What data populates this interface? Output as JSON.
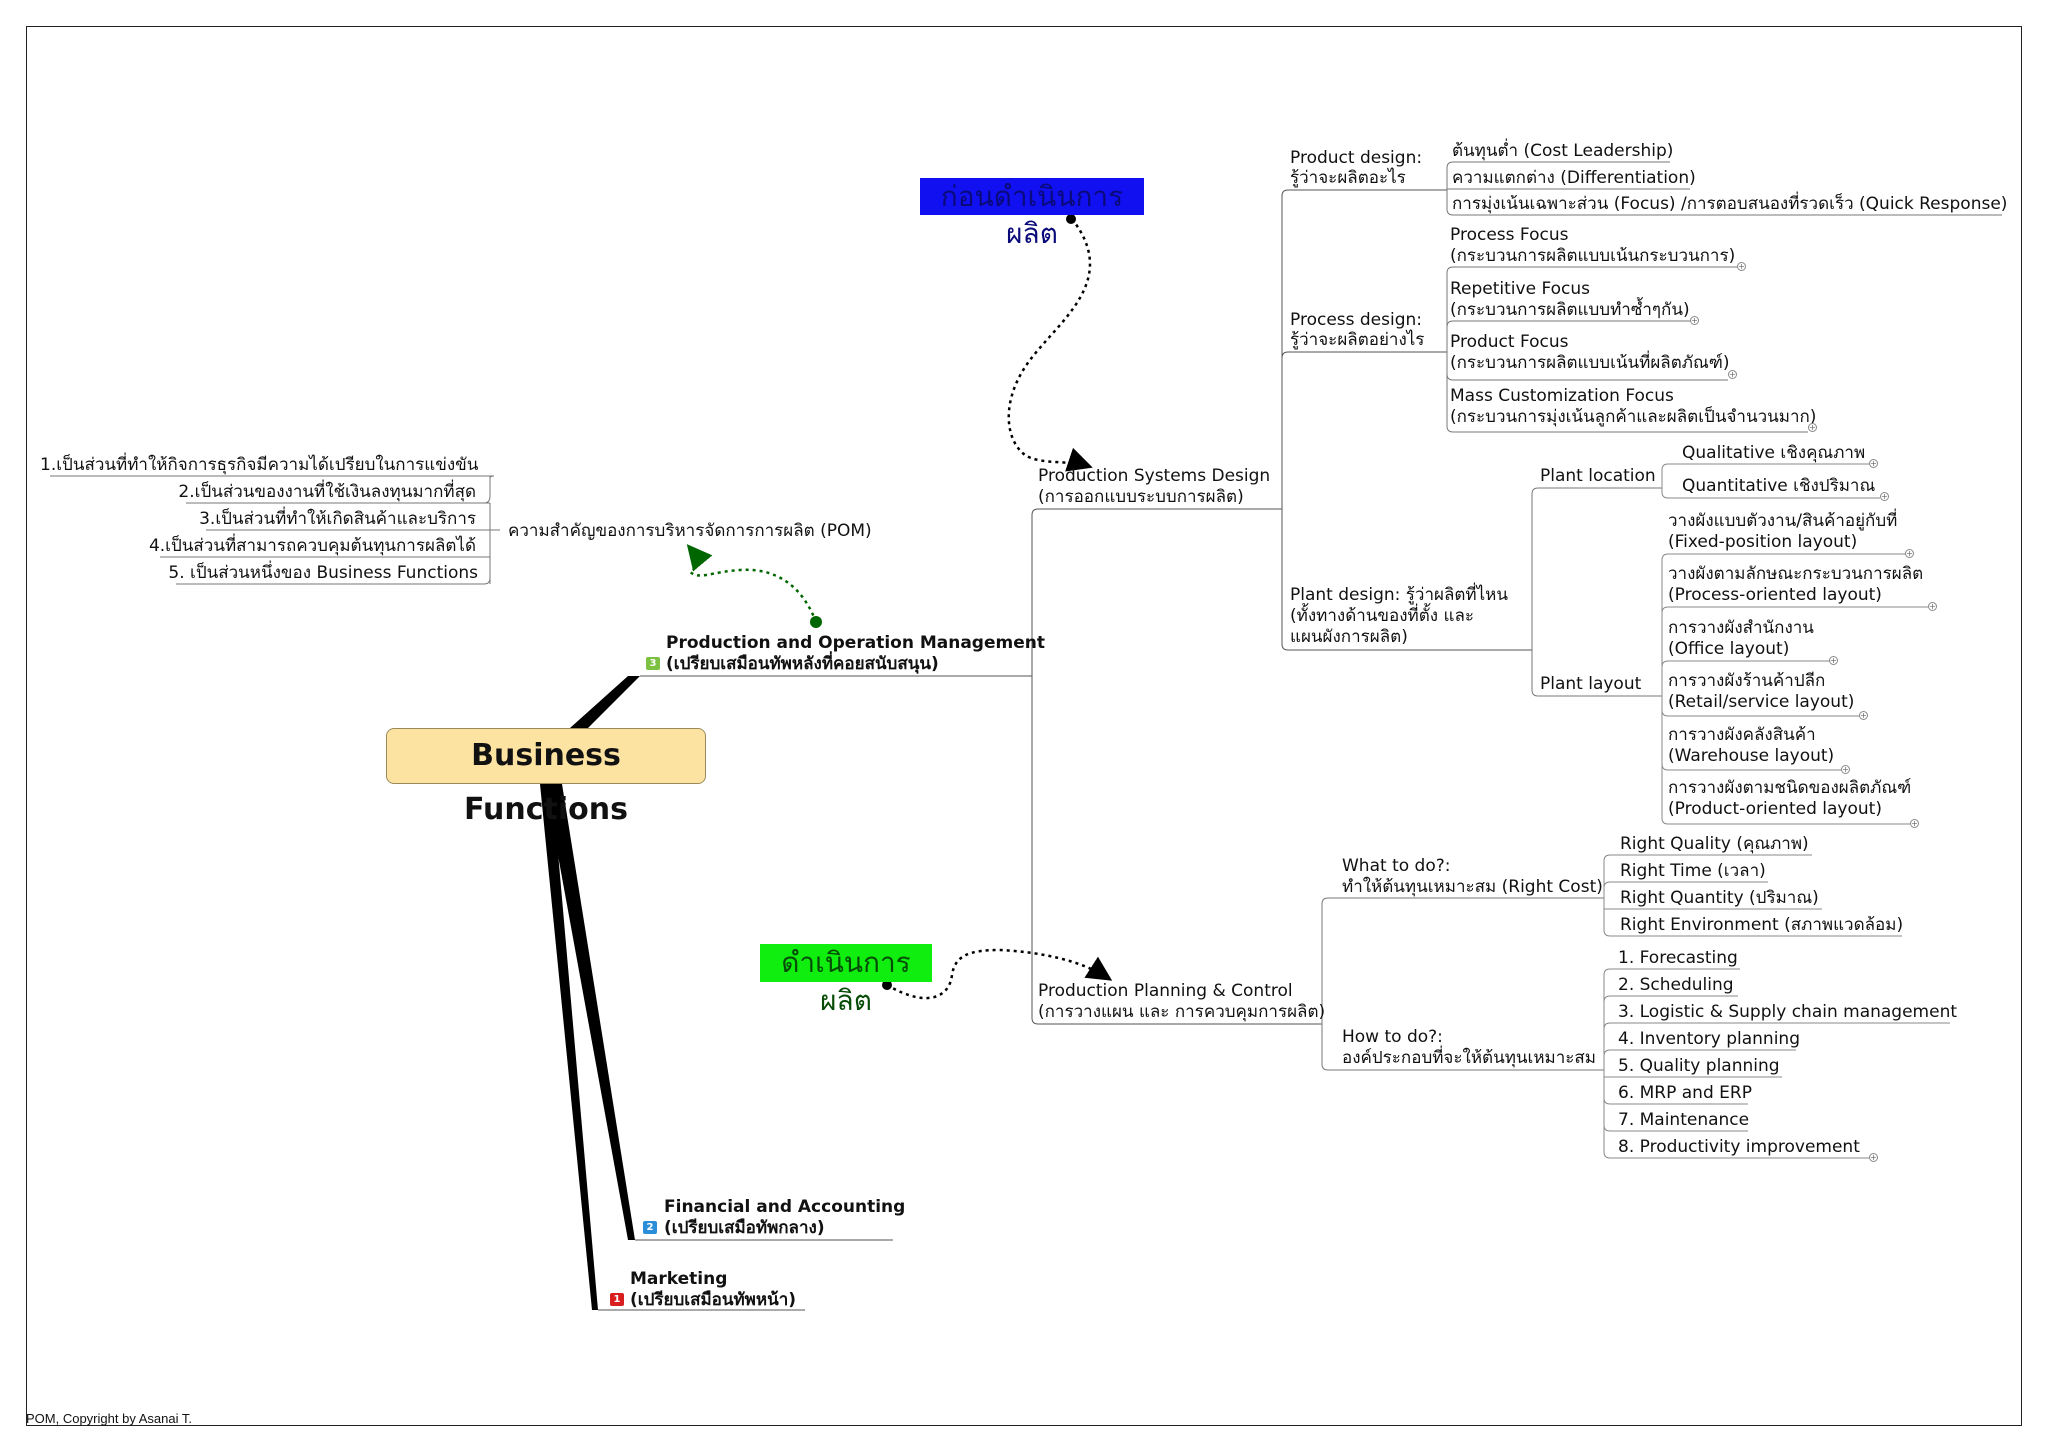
{
  "root": {
    "label": "Business Functions"
  },
  "labels": {
    "before": "ก่อนดำเนินการผลิต",
    "during": "ดำเนินการผลิต"
  },
  "branches": {
    "pom": {
      "title": "Production and Operation Management",
      "sub": "(เปรียบเสมือนทัพหลังที่คอยสนับสนุน)",
      "badge": "3"
    },
    "finance": {
      "title": "Financial and Accounting",
      "sub": "(เปรียบเสมือทัพกลาง)",
      "badge": "2"
    },
    "marketing": {
      "title": "Marketing",
      "sub": "(เปรียบเสมือนทัพหน้า)",
      "badge": "1"
    }
  },
  "importance": {
    "title": "ความสำคัญของการบริหารจัดการการผลิต (POM)",
    "items": [
      "1.เป็นส่วนที่ทำให้กิจการธุรกิจมีความได้เปรียบในการแข่งขัน",
      "2.เป็นส่วนของงานที่ใช้เงินลงทุนมากที่สุด",
      "3.เป็นส่วนที่ทำให้เกิดสินค้าและบริการ",
      "4.เป็นส่วนที่สามารถควบคุมต้นทุนการผลิตได้",
      "5. เป็นส่วนหนึ่งของ Business Functions"
    ]
  },
  "psd": {
    "title": "Production Systems Design",
    "sub": "(การออกแบบระบบการผลิต)",
    "product_design": {
      "title": "Product design:",
      "sub": "รู้ว่าจะผลิตอะไร",
      "items": [
        "ต้นทุนต่ำ (Cost Leadership)",
        "ความแตกต่าง (Differentiation)",
        "การมุ่งเน้นเฉพาะส่วน (Focus) /การตอบสนองที่รวดเร็ว (Quick Response)"
      ]
    },
    "process_design": {
      "title": "Process design:",
      "sub": "รู้ว่าจะผลิตอย่างไร",
      "items": [
        {
          "title": "Process Focus",
          "sub": "(กระบวนการผลิตแบบเน้นกระบวนการ)"
        },
        {
          "title": "Repetitive Focus",
          "sub": "(กระบวนการผลิตแบบทำซ้ำๆกัน)"
        },
        {
          "title": "Product Focus",
          "sub": "(กระบวนการผลิตแบบเน้นที่ผลิตภัณฑ์)"
        },
        {
          "title": "Mass Customization Focus",
          "sub": "(กระบวนการมุ่งเน้นลูกค้าและผลิตเป็นจำนวนมาก)"
        }
      ]
    },
    "plant_design": {
      "line1": "Plant  design: รู้ว่าผลิตที่ไหน",
      "line2": "(ทั้งทางด้านของที่ตั้ง และ",
      "line3": "แผนผังการผลิต)",
      "location": {
        "title": "Plant location",
        "items": [
          "Qualitative เชิงคุณภาพ",
          "Quantitative เชิงปริมาณ"
        ]
      },
      "layout": {
        "title": "Plant layout",
        "items": [
          {
            "title": "วางผังแบบตัวงาน/สินค้าอยู่กับที่",
            "sub": "(Fixed-position layout)"
          },
          {
            "title": "วางผังตามลักษณะกระบวนการผลิต",
            "sub": "(Process-oriented layout)"
          },
          {
            "title": "การวางผังสำนักงาน",
            "sub": "(Office layout)"
          },
          {
            "title": "การวางผังร้านค้าปลีก",
            "sub": "(Retail/service layout)"
          },
          {
            "title": "การวางผังคลังสินค้า",
            "sub": "(Warehouse layout)"
          },
          {
            "title": "การวางผังตามชนิดของผลิตภัณฑ์",
            "sub": "(Product-oriented layout)"
          }
        ]
      }
    }
  },
  "ppc": {
    "title": "Production Planning & Control",
    "sub": "(การวางแผน และ การควบคุมการผลิต)",
    "what": {
      "title": "What to do?:",
      "sub": "ทำให้ต้นทุนเหมาะสม (Right Cost)",
      "items": [
        "Right Quality (คุณภาพ)",
        "Right Time (เวลา)",
        "Right Quantity (ปริมาณ)",
        "Right Environment (สภาพแวดล้อม)"
      ]
    },
    "how": {
      "title": "How to do?:",
      "sub": "องค์ประกอบที่จะให้ต้นทุนเหมาะสม",
      "items": [
        "1. Forecasting",
        "2. Scheduling",
        "3. Logistic & Supply chain management",
        "4. Inventory planning",
        "5. Quality planning",
        "6. MRP and ERP",
        "7. Maintenance",
        "8. Productivity improvement"
      ]
    }
  },
  "footer": {
    "copyright": "POM, Copyright by Asanai T."
  },
  "colors": {
    "root_fill": "#fde3a2",
    "blue_label": "#1010f0",
    "green_label": "#10ee10",
    "connector": "#006600",
    "badge_pom": "#7cc142",
    "badge_fin": "#2a8fd8",
    "badge_mkt": "#d81e1e"
  }
}
